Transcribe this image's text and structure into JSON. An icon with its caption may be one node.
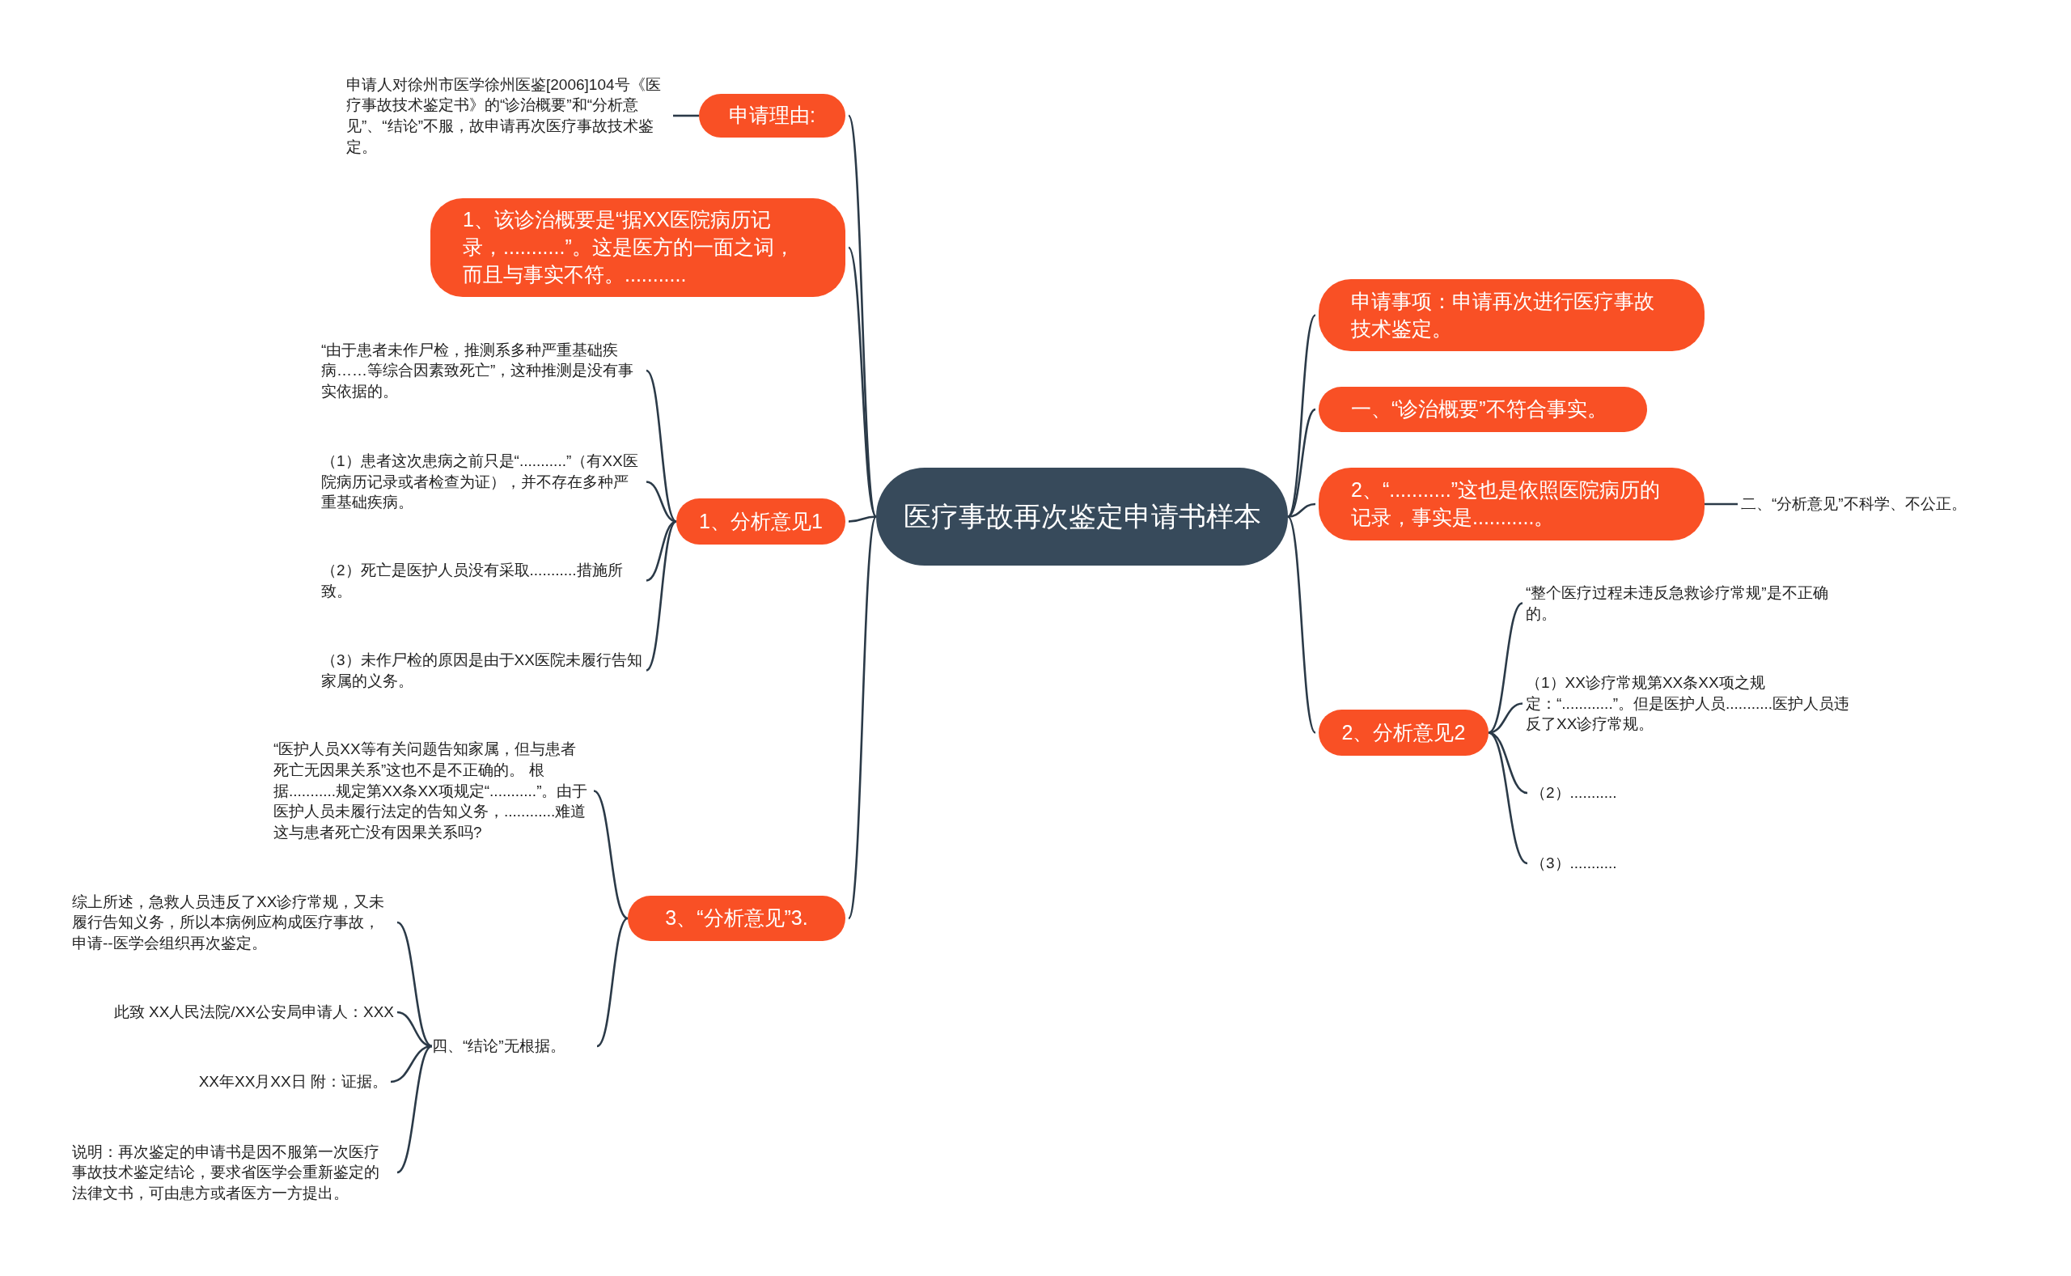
{
  "diagram": {
    "nodes": [
      {
        "text": [
          "医疗事故再次鉴定申请书样本"
        ]
      },
      {
        "text": [
          "申请理由:"
        ]
      },
      {
        "text": [
          "申请人对徐州市医学徐州医鉴[2006]104号《医疗事故技术鉴定书》的“诊治概要”和“分析意见”、“结论”不服，故申请再次医疗事故技术鉴定。"
        ]
      },
      {
        "text": [
          "1、该诊治概要是“据XX医院病历记录，...........”。这是医方的一面之词，而且与事实不符。..........."
        ]
      },
      {
        "text": [
          "1、分析意见1"
        ]
      },
      {
        "text": [
          "“由于患者未作尸检，推测系多种严重基础疾病……等综合因素致死亡”，这种推测是没有事实依据的。"
        ]
      },
      {
        "text": [
          "（1）患者这次患病之前只是“...........”（有XX医院病历记录或者检查为证），并不存在多种严重基础疾病。"
        ]
      },
      {
        "text": [
          "（2）死亡是医护人员没有采取...........措施所致。"
        ]
      },
      {
        "text": [
          "（3）未作尸检的原因是由于XX医院未履行告知家属的义务。"
        ]
      },
      {
        "text": [
          "3、“分析意见”3."
        ]
      },
      {
        "text": [
          "“医护人员XX等有关问题告知家属，但与患者死亡无因果关系”这也不是不正确的。 根据...........规定第XX条XX项规定“...........”。由于医护人员未履行法定的告知义务，............难道这与患者死亡没有因果关系吗?"
        ]
      },
      {
        "text": [
          "四、“结论”无根据。"
        ]
      },
      {
        "text": [
          "综上所述，急救人员违反了XX诊疗常规，又未履行告知义务，所以本病例应构成医疗事故，申请--医学会组织再次鉴定。"
        ]
      },
      {
        "text": [
          "此致 XX人民法院/XX公安局申请人：XXX"
        ]
      },
      {
        "text": [
          "XX年XX月XX日 附：证据。"
        ]
      },
      {
        "text": [
          "说明：再次鉴定的申请书是因不服第一次医疗事故技术鉴定结论，要求省医学会重新鉴定的法律文书，可由患方或者医方一方提出。"
        ]
      },
      {
        "text": [
          "申请事项：申请再次进行医疗事故技术鉴定。"
        ]
      },
      {
        "text": [
          "一、“诊治概要”不符合事实。"
        ]
      },
      {
        "text": [
          "2、“...........”这也是依照医院病历的记录，事实是...........。"
        ]
      },
      {
        "text": [
          "二、“分析意见”不科学、不公正。"
        ]
      },
      {
        "text": [
          "2、分析意见2"
        ]
      },
      {
        "text": [
          "“整个医疗过程未违反急救诊疗常规”是不正确的。"
        ]
      },
      {
        "text": [
          "（1）XX诊疗常规第XX条XX项之规定：“............”。但是医护人员...........医护人员违反了XX诊疗常规。"
        ]
      },
      {
        "text": [
          "（2）..........."
        ]
      },
      {
        "text": [
          "（3）..........."
        ]
      }
    ],
    "edges": [
      {
        "from": 0,
        "to": 1,
        "arrow": "none"
      },
      {
        "from": 1,
        "to": 2,
        "arrow": "none"
      },
      {
        "from": 0,
        "to": 3,
        "arrow": "none"
      },
      {
        "from": 0,
        "to": 4,
        "arrow": "none"
      },
      {
        "from": 4,
        "to": 5,
        "arrow": "none"
      },
      {
        "from": 4,
        "to": 6,
        "arrow": "none"
      },
      {
        "from": 4,
        "to": 7,
        "arrow": "none"
      },
      {
        "from": 4,
        "to": 8,
        "arrow": "none"
      },
      {
        "from": 0,
        "to": 9,
        "arrow": "none"
      },
      {
        "from": 9,
        "to": 10,
        "arrow": "none"
      },
      {
        "from": 9,
        "to": 11,
        "arrow": "none"
      },
      {
        "from": 11,
        "to": 12,
        "arrow": "none"
      },
      {
        "from": 11,
        "to": 13,
        "arrow": "none"
      },
      {
        "from": 11,
        "to": 14,
        "arrow": "none"
      },
      {
        "from": 11,
        "to": 15,
        "arrow": "none"
      },
      {
        "from": 0,
        "to": 16,
        "arrow": "none"
      },
      {
        "from": 0,
        "to": 17,
        "arrow": "none"
      },
      {
        "from": 0,
        "to": 18,
        "arrow": "none"
      },
      {
        "from": 18,
        "to": 19,
        "arrow": "none"
      },
      {
        "from": 0,
        "to": 20,
        "arrow": "none"
      },
      {
        "from": 20,
        "to": 21,
        "arrow": "none"
      },
      {
        "from": 20,
        "to": 22,
        "arrow": "none"
      },
      {
        "from": 20,
        "to": 23,
        "arrow": "none"
      },
      {
        "from": 20,
        "to": 24,
        "arrow": "none"
      }
    ]
  }
}
